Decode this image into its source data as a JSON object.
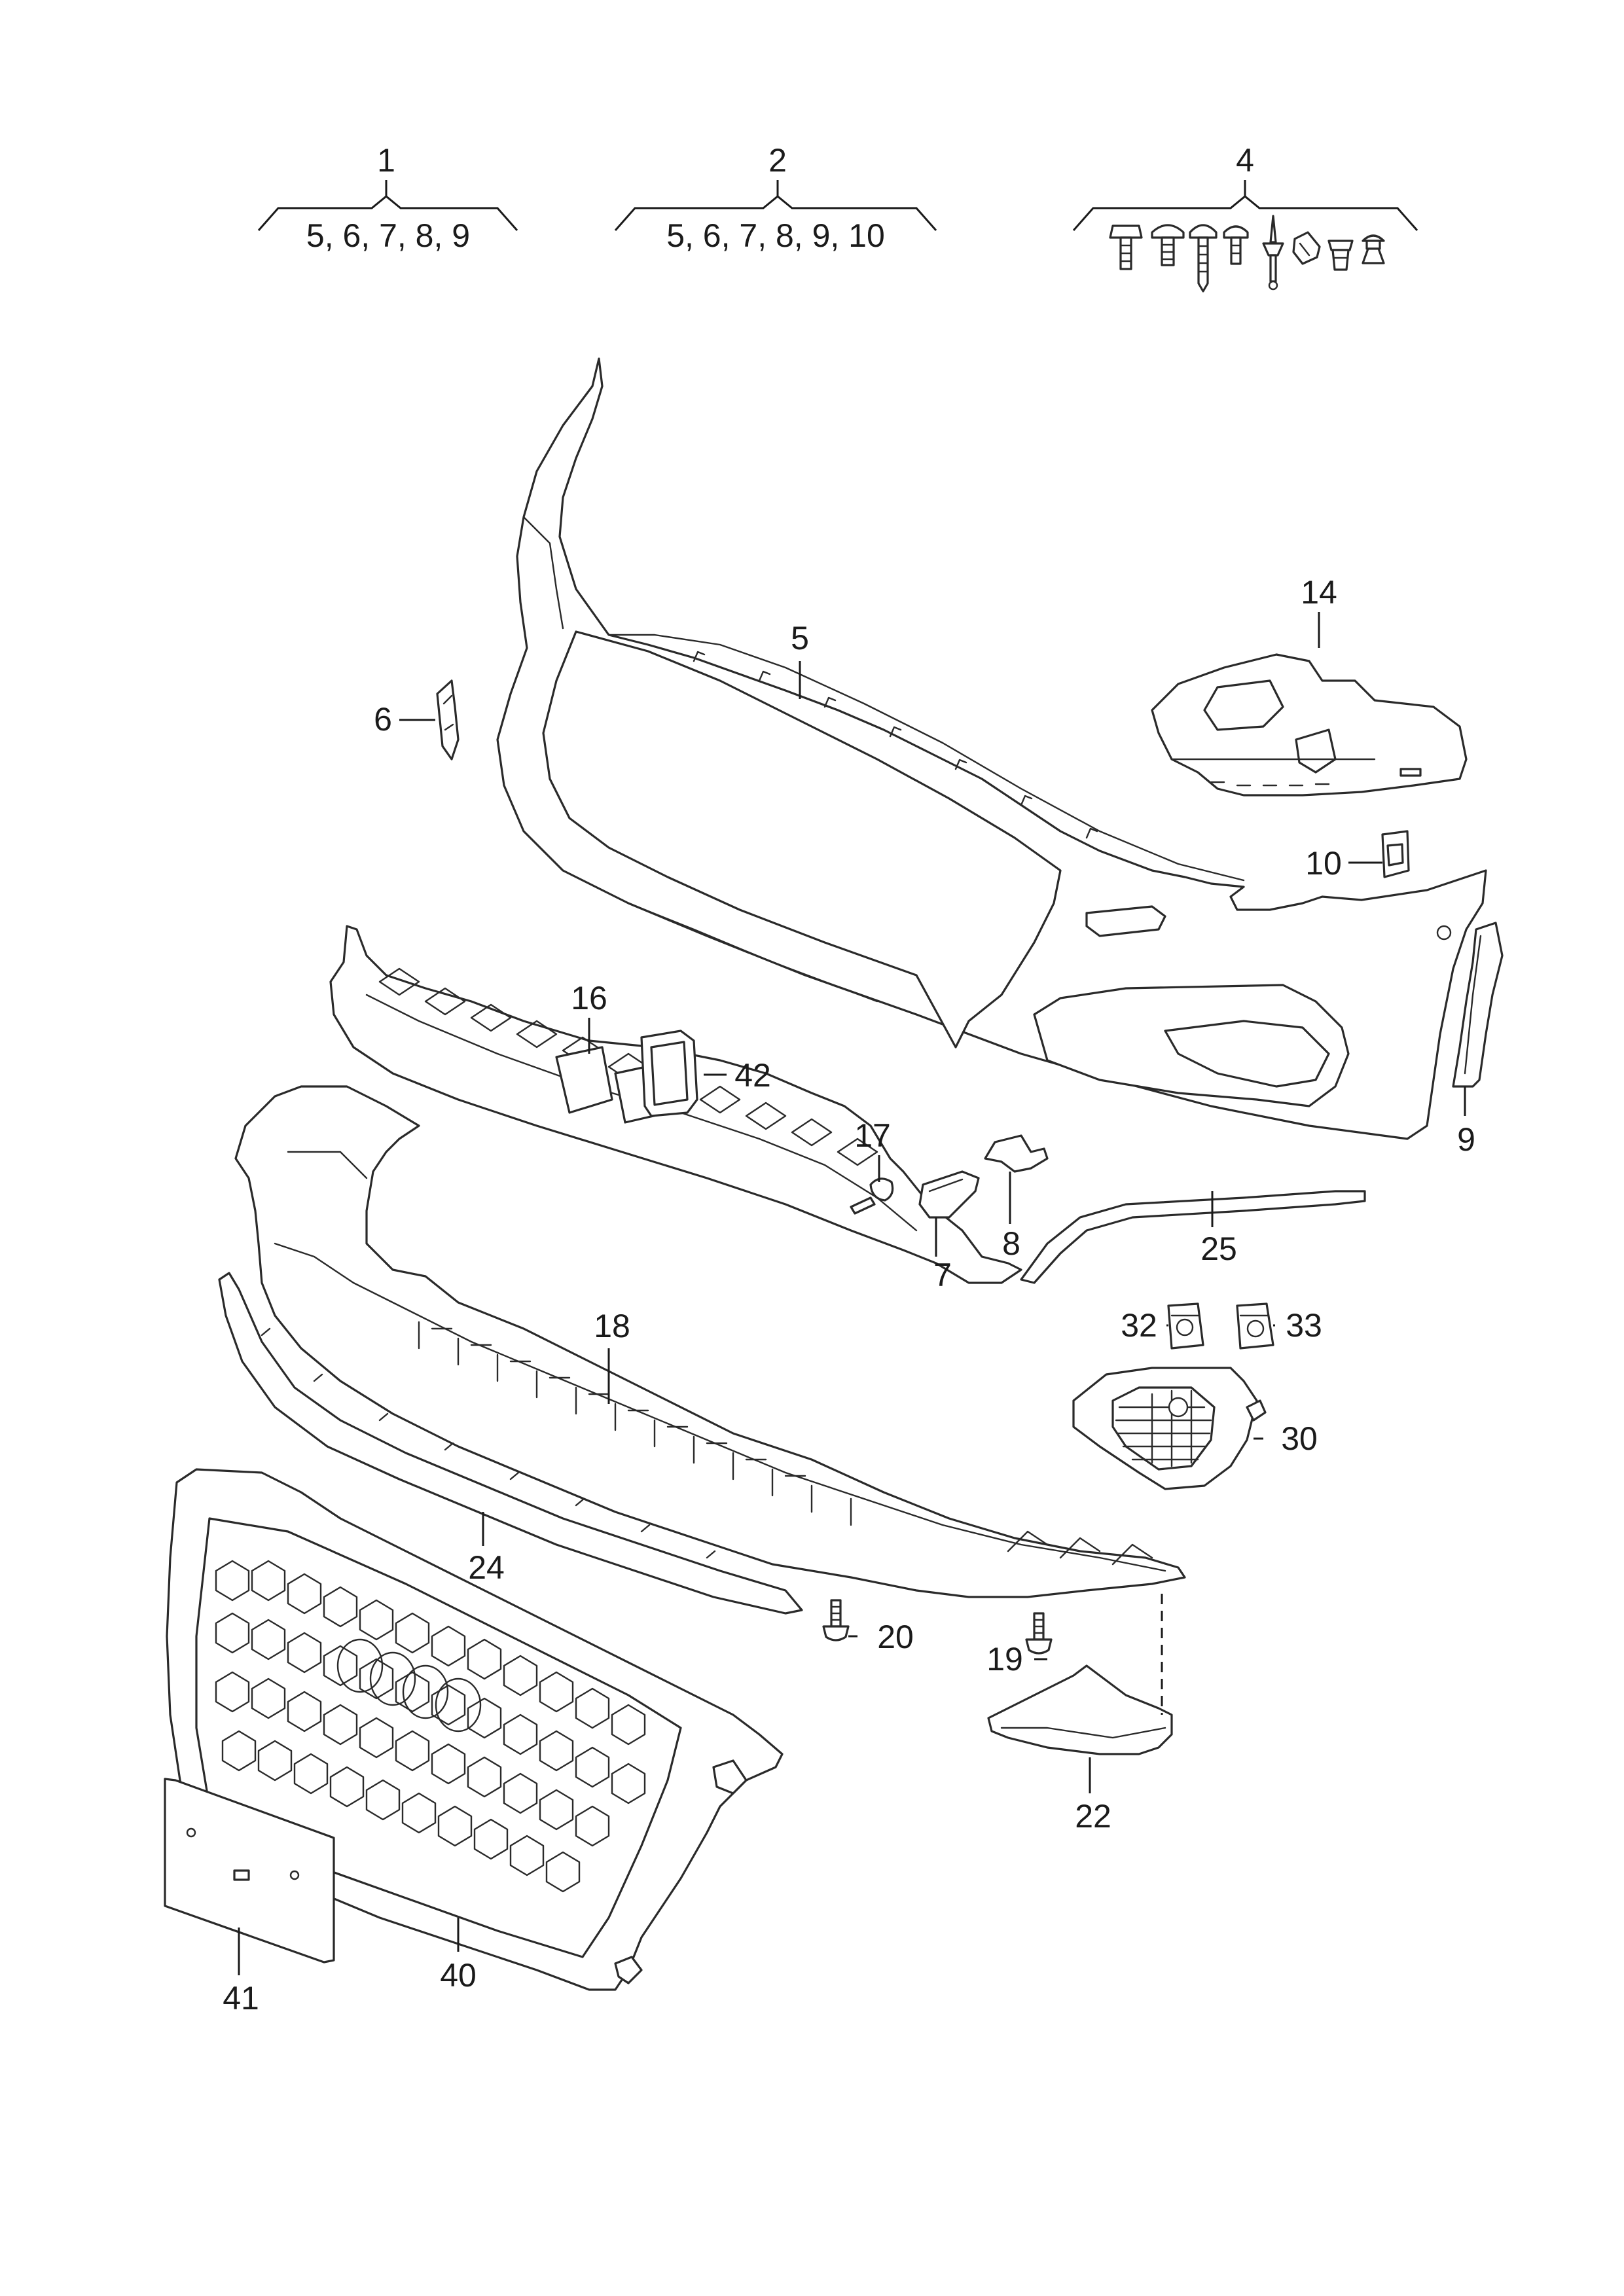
{
  "groups": [
    {
      "id": "1",
      "contents": "5, 6, 7, 8, 9"
    },
    {
      "id": "2",
      "contents": "5, 6, 7, 8, 9, 10"
    },
    {
      "id": "4",
      "contents": ""
    }
  ],
  "callouts": {
    "p5": "5",
    "p6": "6",
    "p7": "7",
    "p8": "8",
    "p9": "9",
    "p10": "10",
    "p14": "14",
    "p16": "16",
    "p17": "17",
    "p18": "18",
    "p19": "19",
    "p20": "20",
    "p22": "22",
    "p24": "24",
    "p25": "25",
    "p30": "30",
    "p32": "32",
    "p33": "33",
    "p40": "40",
    "p41": "41",
    "p42": "42"
  }
}
